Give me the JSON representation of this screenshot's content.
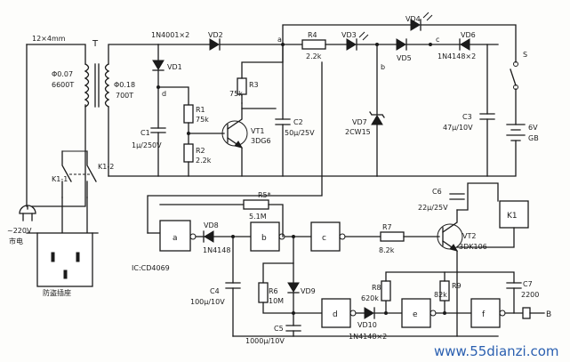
{
  "labels": {
    "mains_wire": "12×4mm",
    "transformer": "T",
    "primary_winding": "Φ0.07",
    "primary_turns": "6600T",
    "secondary_winding": "Φ0.18",
    "secondary_turns": "700T",
    "mains_voltage": "~220V",
    "mains_text": "市电",
    "relay_contact_1": "K1-1",
    "relay_contact_2": "K1-2",
    "socket_label": "防盗插座",
    "diode_bridge": "1N4001×2",
    "vd1": "VD1",
    "vd2": "VD2",
    "node_d": "d",
    "node_a": "a",
    "node_b": "b",
    "node_c": "c",
    "r1": "R1",
    "r1_val": "75k",
    "r2": "R2",
    "r2_val": "2.2k",
    "r3": "R3",
    "r3_val": "75k",
    "vt1": "VT1",
    "vt1_type": "3DG6",
    "c1": "C1",
    "c1_val": "1μ/250V",
    "c2": "C2",
    "c2_val": "50μ/25V",
    "r4": "R4",
    "r4_val": "2.2k",
    "vd3": "VD3",
    "vd4": "VD4",
    "vd5": "VD5",
    "vd6": "VD6",
    "vd56_type": "1N4148×2",
    "vd7": "VD7",
    "vd7_type": "2CW15",
    "c3": "C3",
    "c3_val": "47μ/10V",
    "switch_s": "S",
    "battery_v": "6V",
    "battery": "GB",
    "r5": "R5*",
    "r5_val": "5.1M",
    "vd8": "VD8",
    "vd8_type": "1N4148",
    "ic": "IC:CD4069",
    "gate_a": "a",
    "gate_b": "b",
    "gate_c": "c",
    "gate_d": "d",
    "gate_e": "e",
    "gate_f": "f",
    "r7": "R7",
    "r7_val": "8.2k",
    "vt2": "VT2",
    "vt2_type": "3DK106",
    "c6": "C6",
    "c6_val": "22μ/25V",
    "relay": "K1",
    "r6": "R6",
    "r6_val": "10M",
    "vd9": "VD9",
    "c4": "C4",
    "c4_val": "100μ/10V",
    "c5": "C5",
    "c5_val": "1000μ/10V",
    "r8": "R8",
    "r8_val": "620k",
    "vd10": "VD10",
    "vd10_type": "1N4148×2",
    "r9": "R9",
    "r9_val": "82k",
    "c7": "C7",
    "c7_val": "2200",
    "buzzer": "B",
    "watermark": "www.55dianzi.com"
  }
}
